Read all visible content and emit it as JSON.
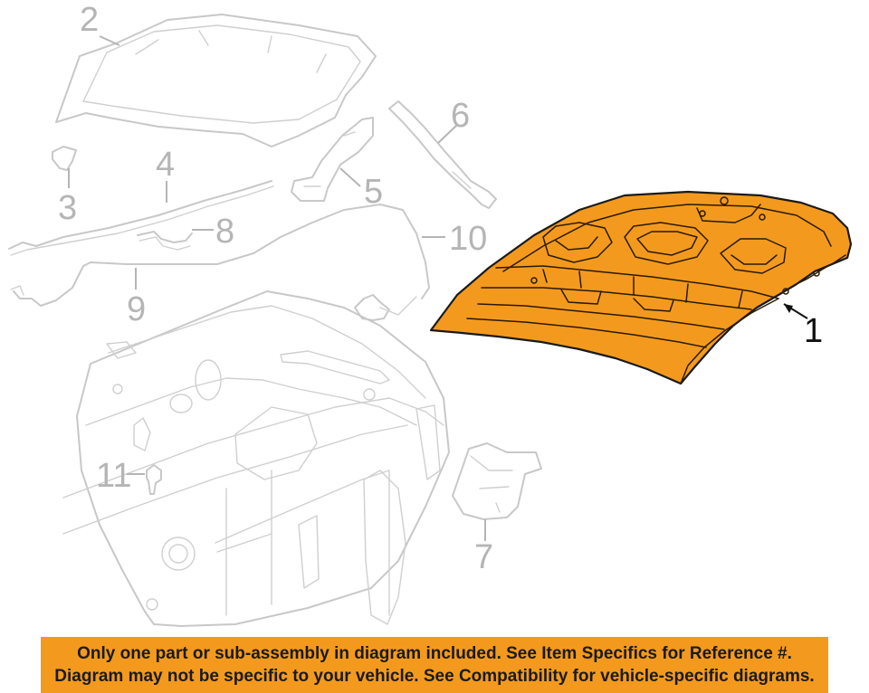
{
  "colors": {
    "highlight_part": "#f39a1e",
    "ghost_parts": "#c8c8c8",
    "callout_gray": "#b5b5b5",
    "banner": "#f39a1e",
    "background": "#ffffff"
  },
  "callouts": {
    "c1": "1",
    "c2": "2",
    "c3": "3",
    "c4": "4",
    "c5": "5",
    "c6": "6",
    "c7": "7",
    "c8": "8",
    "c9": "9",
    "c10": "10",
    "c11": "11"
  },
  "disclaimer": {
    "line1": "Only one part or sub-assembly in diagram included. See Item Specifics for Reference #.",
    "line2": "Diagram may not be specific to your vehicle. See Compatibility for vehicle-specific diagrams."
  }
}
